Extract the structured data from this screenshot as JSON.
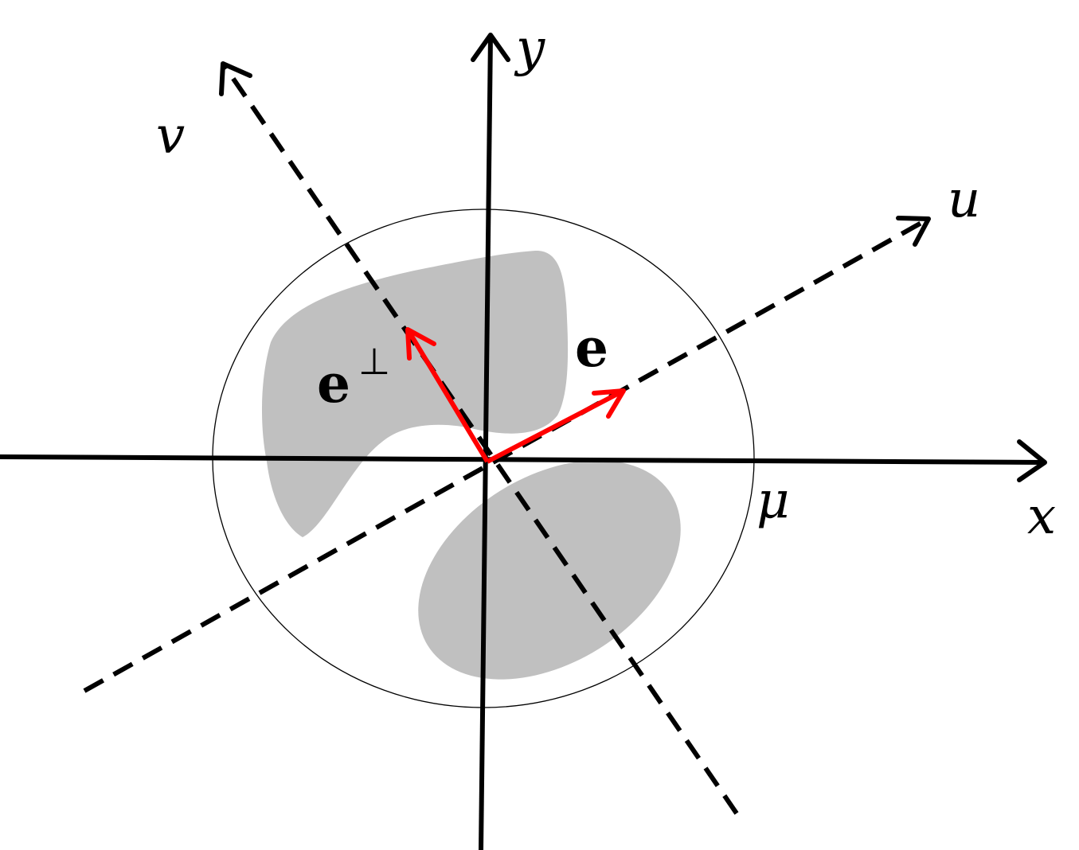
{
  "labels": {
    "x_axis": "x",
    "y_axis": "y",
    "u_axis": "u",
    "v_axis": "v",
    "measure": "μ",
    "vector_e": "e",
    "vector_e_perp_base": "e",
    "vector_e_perp_sup": "⊥"
  },
  "colors": {
    "axes": "#000000",
    "vectors": "#ff0000",
    "regions": "#c0c0c0",
    "circle": "#000000",
    "background": "#ffffff"
  }
}
